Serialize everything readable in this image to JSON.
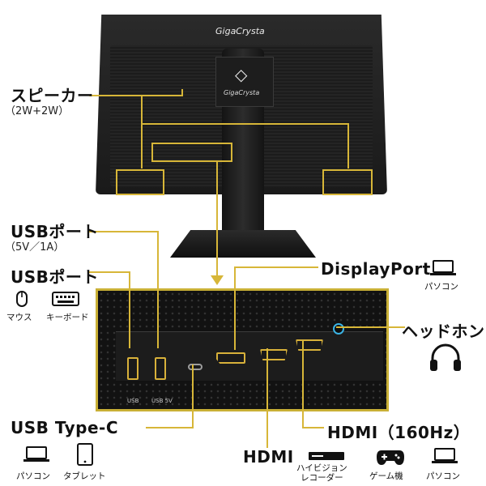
{
  "brand": {
    "top_logo": "GigaCrysta",
    "center_logo": "GigaCrysta"
  },
  "callouts": {
    "speaker": {
      "label": "スピーカー",
      "sub": "（2W+2W）"
    },
    "usb_port_5v": {
      "label": "USBポート",
      "sub": "（5V／1A）"
    },
    "usb_port": {
      "label": "USBポート"
    },
    "displayport": {
      "label": "DisplayPort"
    },
    "headphone": {
      "label": "ヘッドホン"
    },
    "usb_typec": {
      "label": "USB Type-C"
    },
    "hdmi": {
      "label": "HDMI"
    },
    "hdmi_160": {
      "label": "HDMI（160Hz）"
    }
  },
  "devices": {
    "mouse": "マウス",
    "keyboard": "キーボード",
    "pc_dp": "パソコン",
    "pc_typec": "パソコン",
    "tablet": "タブレット",
    "recorder": "ハイビジョン\nレコーダー",
    "game": "ゲーム機",
    "pc_hdmi": "パソコン"
  },
  "port_labels": {
    "usb": "USB",
    "usb_5v": "USB 5V"
  },
  "colors": {
    "accent_gold": "#d7b638",
    "headphone_ring": "#3bb3e3"
  }
}
